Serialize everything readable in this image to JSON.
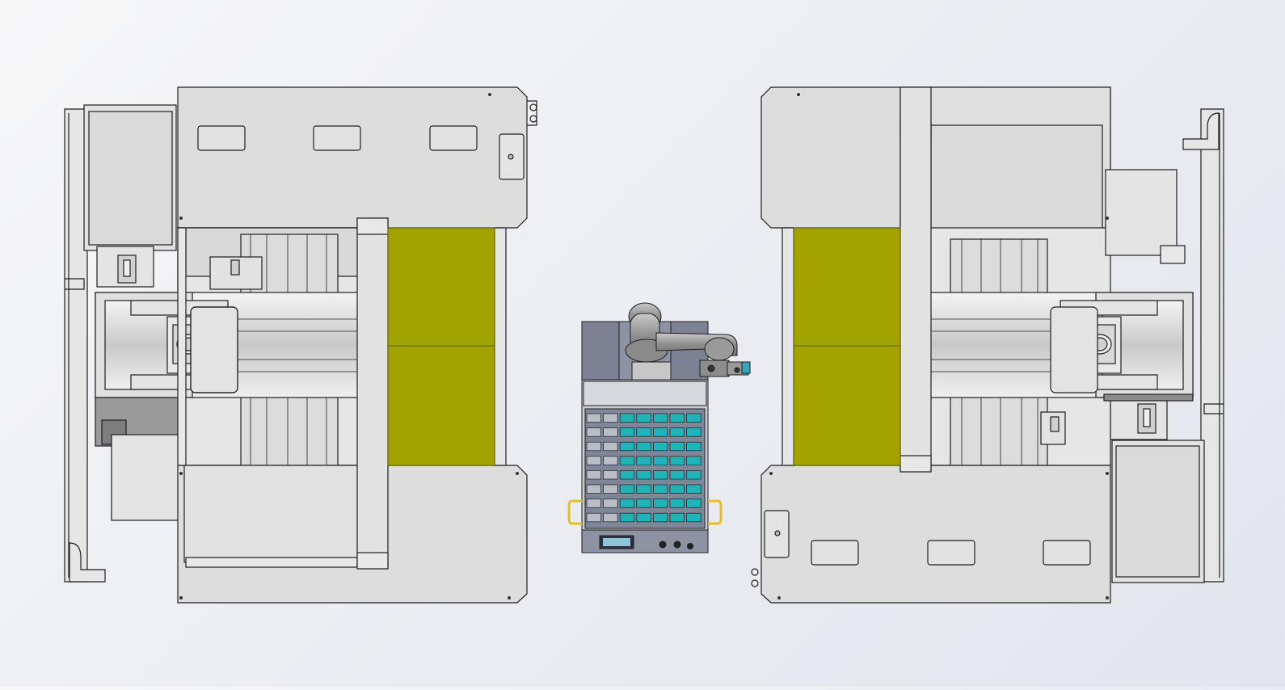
{
  "scene": {
    "description_visible_text": "",
    "colors": {
      "background": "#e9ebef",
      "panel": "#dcdcdc",
      "panel_light": "#e4e4e4",
      "outline": "#1e1e1e",
      "window_yellow": "#a3a300",
      "teal_drawer": "#1fb5b8",
      "robot_gray": "#8e8e8e",
      "cabinet_blue_gray": "#7c8294",
      "handle_yellow": "#e2c21a"
    },
    "components": {
      "left_machine": "cnc-machine-left",
      "right_machine": "cnc-machine-right",
      "robot_cell": "robot-arm-with-tool-cabinet",
      "drawer_rows": 8,
      "drawer_columns": 7
    }
  }
}
